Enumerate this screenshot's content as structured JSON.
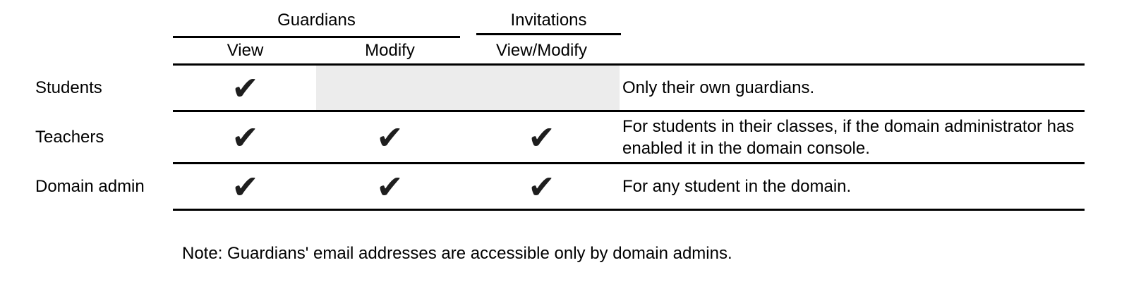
{
  "colors": {
    "background": "#ffffff",
    "text": "#000000",
    "line": "#000000",
    "check": "#1e1e1e",
    "shaded_cell": "#ececec"
  },
  "table": {
    "column_groups": [
      {
        "label": "Guardians",
        "span": 2
      },
      {
        "label": "Invitations",
        "span": 1
      }
    ],
    "columns": [
      "View",
      "Modify",
      "View/Modify"
    ],
    "check_glyph": "✔",
    "rows": [
      {
        "label": "Students",
        "cells": [
          "✔",
          "",
          ""
        ],
        "shaded_na": true,
        "note": "Only their own guardians."
      },
      {
        "label": "Teachers",
        "cells": [
          "✔",
          "✔",
          "✔"
        ],
        "shaded_na": false,
        "note": "For students in their classes, if the domain administrator has enabled it in the domain console."
      },
      {
        "label": "Domain admin",
        "cells": [
          "✔",
          "✔",
          "✔"
        ],
        "shaded_na": false,
        "note": "For any student in the domain."
      }
    ]
  },
  "footnote": "Note: Guardians' email addresses are accessible only by domain admins."
}
